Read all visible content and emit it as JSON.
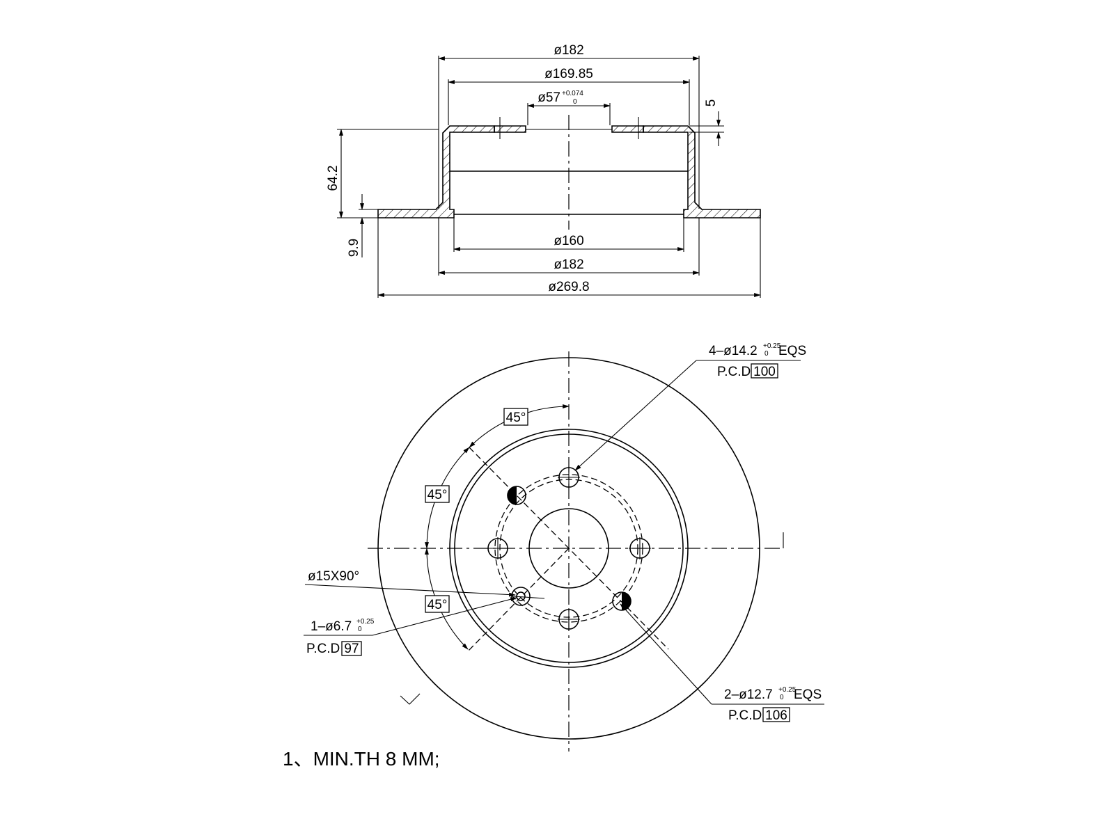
{
  "section": {
    "dia_182_top": "ø182",
    "dia_169_85": "ø169.85",
    "dia_57_main": "ø57",
    "dia_57_upper_tol": "+0.074",
    "dia_57_lower_tol": "0",
    "depth_5": "5",
    "height_64_2": "64.2",
    "thickness_9_9": "9.9",
    "dia_160": "ø160",
    "dia_182_bottom": "ø182",
    "dia_269_8": "ø269.8"
  },
  "plan": {
    "bolt_holes_main": "4–ø14.2",
    "bolt_holes_upper_tol": "+0.25",
    "bolt_holes_lower_tol": "0",
    "bolt_holes_suffix": "EQS",
    "bolt_pcd_label": "P.C.D",
    "bolt_pcd_value": "100",
    "angle_top": "45°",
    "angle_middle": "45°",
    "angle_lower": "45°",
    "chamfer": "ø15X90°",
    "pin_hole_main": "1–ø6.7",
    "pin_hole_upper_tol": "+0.25",
    "pin_hole_lower_tol": "0",
    "pin_pcd_label": "P.C.D",
    "pin_pcd_value": "97",
    "alt_holes_main": "2–ø12.7",
    "alt_holes_upper_tol": "+0.25",
    "alt_holes_lower_tol": "0",
    "alt_holes_suffix": "EQS",
    "alt_pcd_label": "P.C.D",
    "alt_pcd_value": "106"
  },
  "notes": {
    "min_thickness": "1、MIN.TH 8 MM;"
  }
}
